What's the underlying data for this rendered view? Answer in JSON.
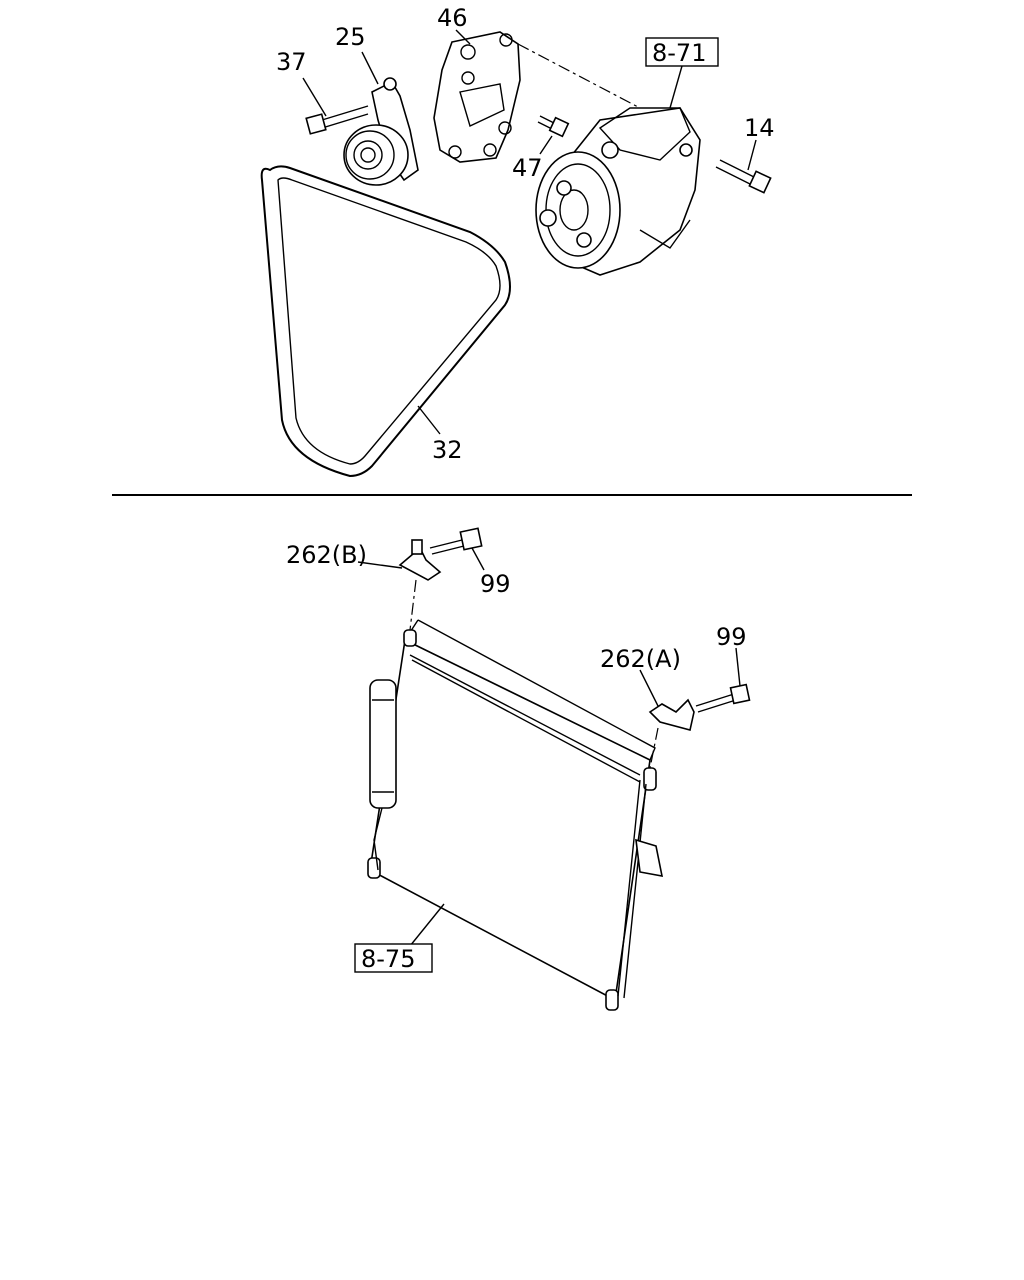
{
  "callouts": {
    "c37": "37",
    "c25": "25",
    "c46": "46",
    "c8_71": "8-71",
    "c14": "14",
    "c47": "47",
    "c32": "32",
    "c262b": "262(B)",
    "c99a": "99",
    "c99b": "99",
    "c262a": "262(A)",
    "c8_75": "8-75"
  }
}
